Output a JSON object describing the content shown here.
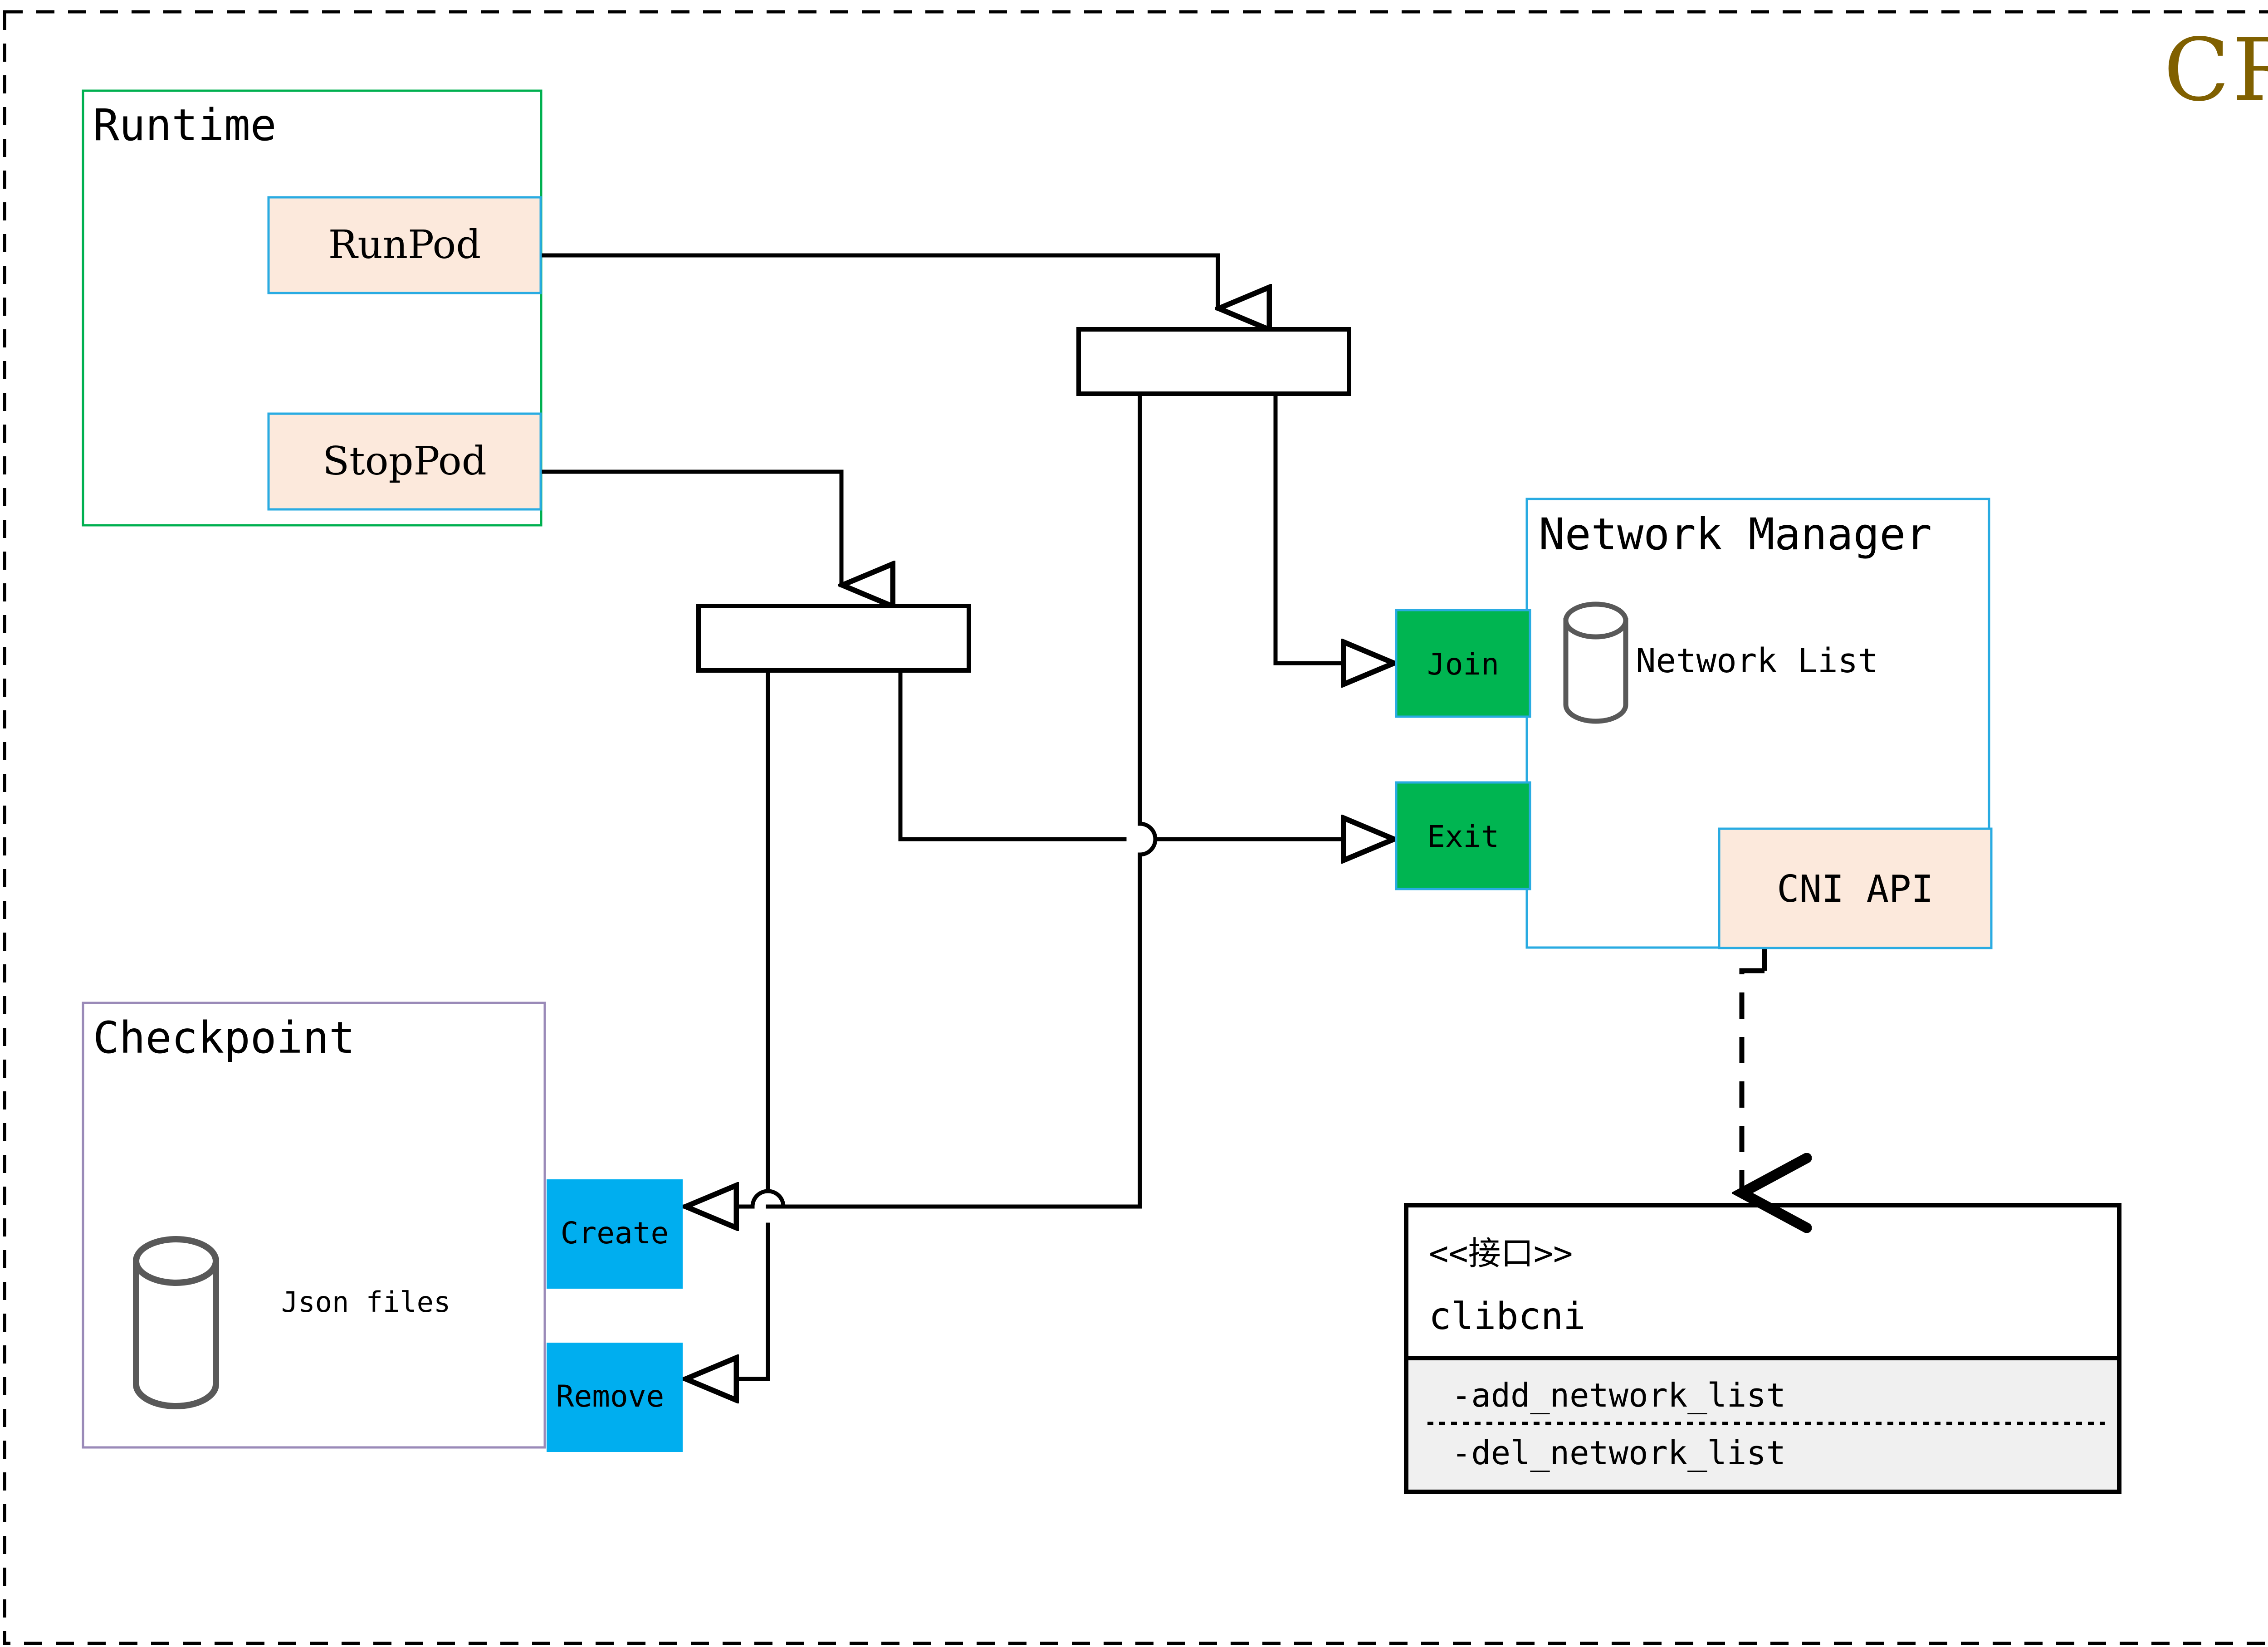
{
  "diagram": {
    "title": "CRI",
    "title_color": "#806000",
    "outer_border": {
      "style": "dashed",
      "color": "#000000"
    }
  },
  "colors": {
    "peach_fill": "#fce9dc",
    "blue_stroke": "#29abe2",
    "green_stroke": "#00b050",
    "green_fill": "#00b551",
    "cyan_fill": "#00aeef",
    "purple_stroke": "#9a8ab8",
    "gray_cylinder": "#595959",
    "panel_gray": "#f0f0f0",
    "line_black": "#000000"
  },
  "runtime_group": {
    "label": "Runtime",
    "operations": [
      {
        "label": "RunPod",
        "name": "runpod"
      },
      {
        "label": "StopPod",
        "name": "stoppod"
      }
    ]
  },
  "checkpoint_group": {
    "label": "Checkpoint",
    "store_label": "Json files",
    "operations": [
      {
        "label": "Create",
        "name": "create"
      },
      {
        "label": "Remove",
        "name": "remove"
      }
    ]
  },
  "network_manager_group": {
    "label": "Network Manager",
    "store_label": "Network List",
    "api_label": "CNI API",
    "ports": [
      {
        "label": "Join",
        "name": "join"
      },
      {
        "label": "Exit",
        "name": "exit"
      }
    ]
  },
  "clibcni_interface": {
    "stereotype": "<<接口>>",
    "name": "clibcni",
    "methods": [
      "-add_network_list",
      "-del_network_list"
    ]
  },
  "fork_bars": [
    {
      "name": "runpod-fork-bar"
    },
    {
      "name": "stoppod-fork-bar"
    }
  ]
}
